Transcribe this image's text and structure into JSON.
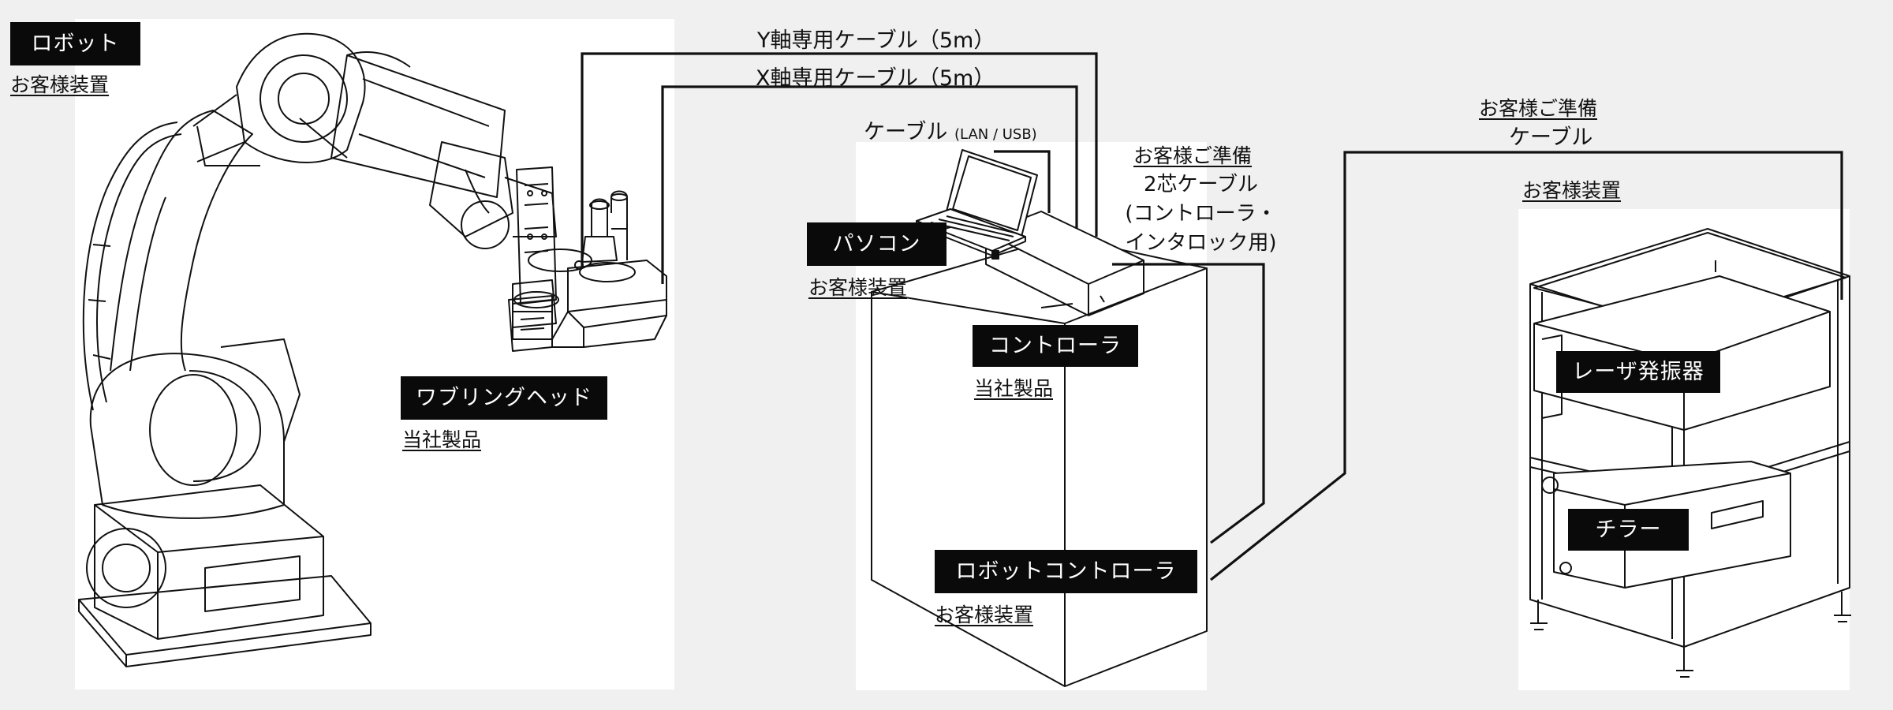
{
  "robot": {
    "label": "ロボット",
    "owner": "お客様装置"
  },
  "wobbling_head": {
    "label": "ワブリングヘッド",
    "owner": "当社製品"
  },
  "cable_y": {
    "label": "Y軸専用ケーブル（5m）"
  },
  "cable_x": {
    "label": "X軸専用ケーブル（5m）"
  },
  "cable_pc": {
    "label": "ケーブル",
    "detail": "(LAN / USB)"
  },
  "pc": {
    "label": "パソコン",
    "owner": "お客様装置"
  },
  "controller": {
    "label": "コントローラ",
    "owner": "当社製品"
  },
  "cable_2core": {
    "owner": "お客様ご準備",
    "line1": "2芯ケーブル",
    "line2": "(コントローラ・",
    "line3": "インタロック用)"
  },
  "robot_controller": {
    "label": "ロボットコントローラ",
    "owner": "お客様装置"
  },
  "cable_laser": {
    "owner": "お客様ご準備",
    "label": "ケーブル"
  },
  "laser_rack": {
    "owner": "お客様装置"
  },
  "laser": {
    "label": "レーザ発振器"
  },
  "chiller": {
    "label": "チラー"
  },
  "colors": {
    "background": "#f0f0f0",
    "panel": "#ffffff",
    "tag": "#0a0a0a",
    "line": "#111111"
  }
}
